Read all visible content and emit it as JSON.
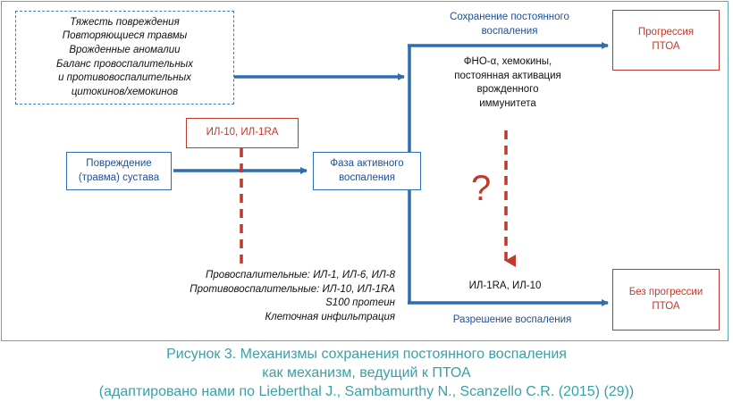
{
  "risk_factors": [
    "Тяжесть повреждения",
    "Повторяющиеся травмы",
    "Врожденные аномалии",
    "Баланс провоспалительных",
    "и противовоспалительных",
    "цитокинов/хемокинов"
  ],
  "injury_box": [
    "Повреждение",
    "(травма) сустава"
  ],
  "active_phase_box": [
    "Фаза активного",
    "воспаления"
  ],
  "il_box": "ИЛ-10, ИЛ-1RA",
  "progression_box": [
    "Прогрессия",
    "ПТОА"
  ],
  "no_progression_box": [
    "Без прогрессии",
    "ПТОА"
  ],
  "persistent_label": [
    "Сохранение постоянного",
    "воспаления"
  ],
  "persistent_factors": [
    "ФНО-α, хемокины,",
    "постоянная активация",
    "врожденного",
    "иммунитета"
  ],
  "question_mark": "?",
  "resolution_markers": "ИЛ-1RA, ИЛ-10",
  "resolution_label": "Разрешение воспаления",
  "active_phase_markers": [
    "Провоспалительные: ИЛ-1, ИЛ-6, ИЛ-8",
    "Противовоспалительные: ИЛ-10, ИЛ-1RA",
    "S100 протеин",
    "Клеточная инфильтрация"
  ],
  "caption": [
    "Рисунок 3.  Механизмы сохранения постоянного воспаления",
    "как механизм, ведущий к ПТОА",
    "(адаптировано нами по Lieberthal J., Sambamurthy N., Scanzello C.R. (2015) (29))"
  ],
  "colors": {
    "arrow_blue": "#2e6db4",
    "dash_red": "#c0392b",
    "frame": "#5fa9ad",
    "caption": "#3aa0a6"
  }
}
